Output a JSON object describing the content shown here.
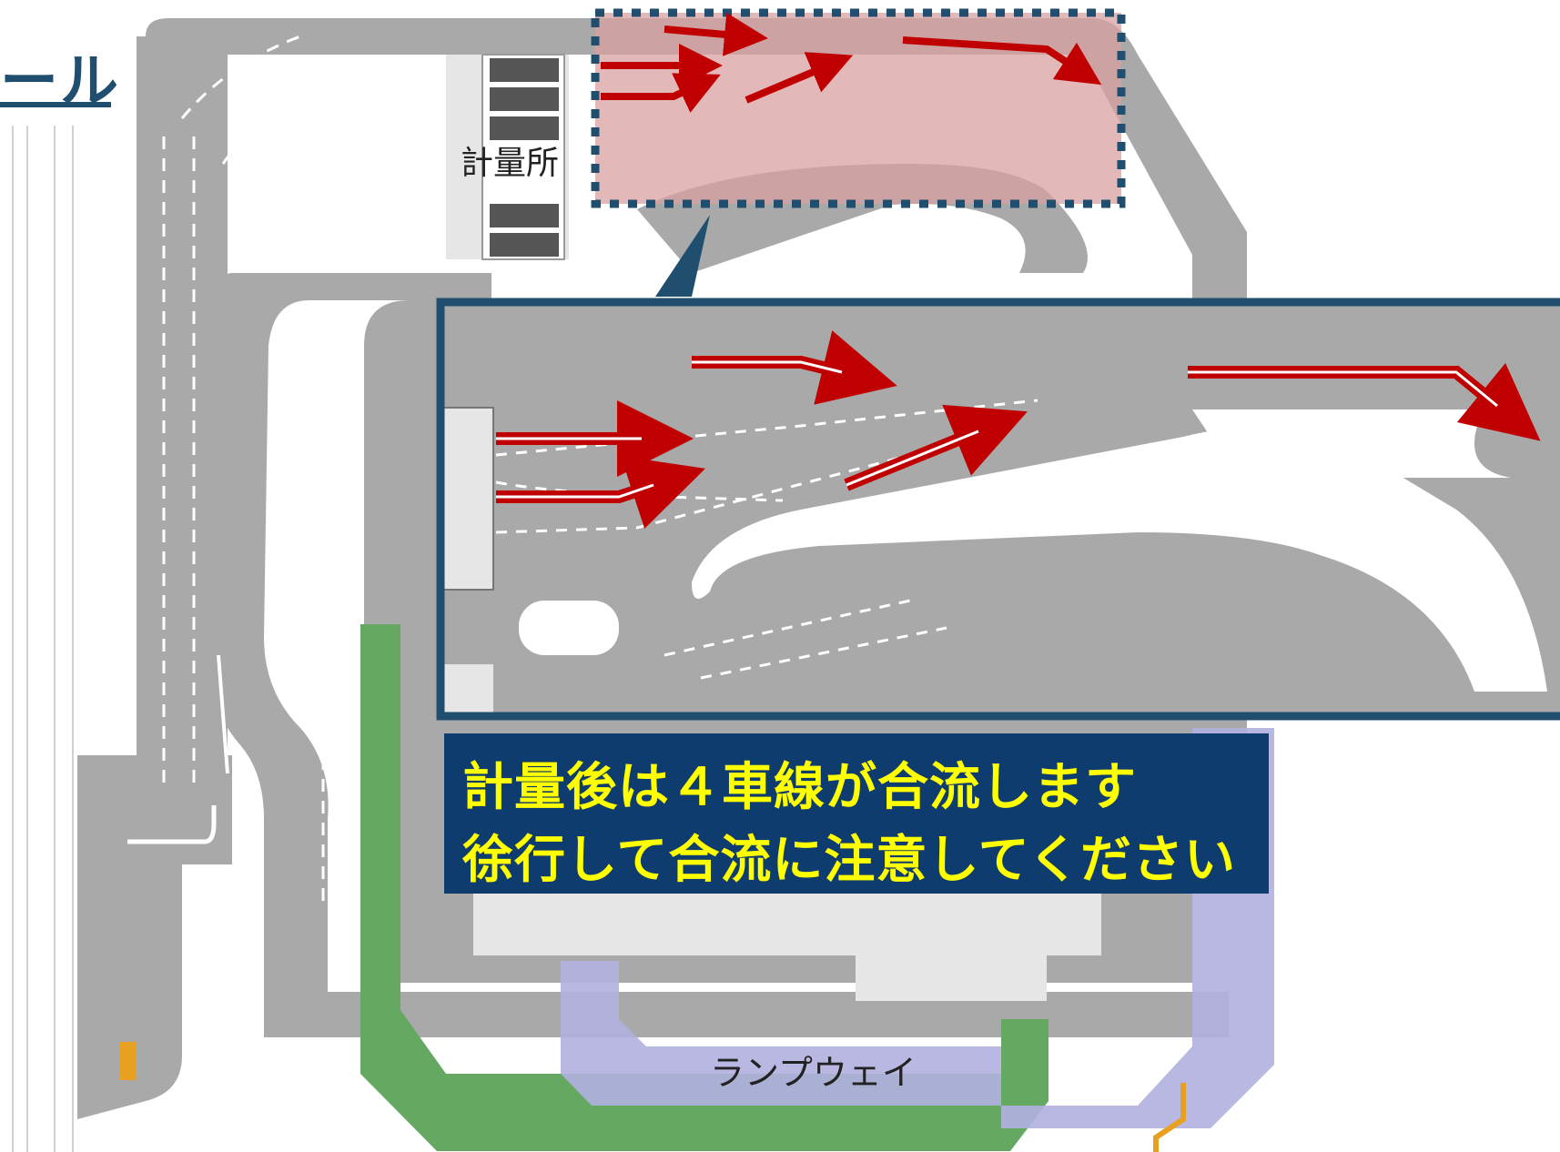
{
  "title": "ール",
  "labels": {
    "scale_house": "計量所",
    "rampway": "ランプウェイ"
  },
  "notice": {
    "line1": "計量後は４車線が合流します",
    "line2": "徐行して合流に注意してください"
  },
  "colors": {
    "road": "#a9a9a9",
    "road_light": "#c8c8c8",
    "building": "#e6e6e6",
    "green_lane": "#64a862",
    "purple_lane": "#b0b0e0",
    "arrow_red": "#c00000",
    "highlight_fill": "#d9a0a0",
    "frame_navy": "#1f4e6e",
    "notice_bg": "#0f3c6e",
    "notice_text": "#ffff00",
    "orange_line": "#e8a020"
  }
}
